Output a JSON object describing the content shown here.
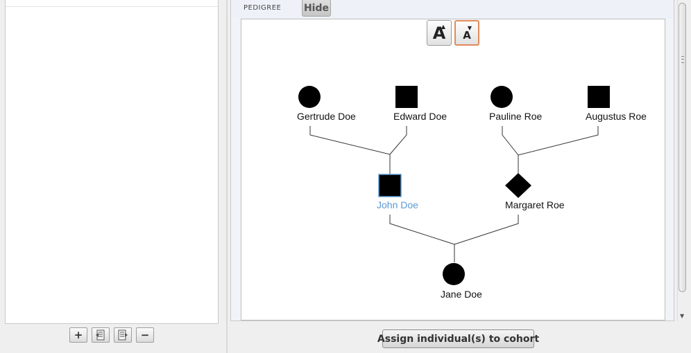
{
  "left_toolbar": {
    "add_label": "+",
    "remove_label": "−",
    "import_icon": "list-import-icon",
    "export_icon": "list-export-icon"
  },
  "pedigree": {
    "section_label": "PEDIGREE",
    "hide_label": "Hide",
    "increase_font_label": "A",
    "decrease_font_label": "A",
    "selected_color": "#5b9ad6",
    "individuals": [
      {
        "name": "Gertrude Doe",
        "shape": "circle",
        "selected": false
      },
      {
        "name": "Edward Doe",
        "shape": "square",
        "selected": false
      },
      {
        "name": "Pauline Roe",
        "shape": "circle",
        "selected": false
      },
      {
        "name": "Augustus Roe",
        "shape": "square",
        "selected": false
      },
      {
        "name": "John Doe",
        "shape": "square",
        "selected": true
      },
      {
        "name": "Margaret Roe",
        "shape": "diamond",
        "selected": false
      },
      {
        "name": "Jane Doe",
        "shape": "circle",
        "selected": false
      }
    ]
  },
  "footer": {
    "assign_label": "Assign individual(s) to cohort"
  }
}
